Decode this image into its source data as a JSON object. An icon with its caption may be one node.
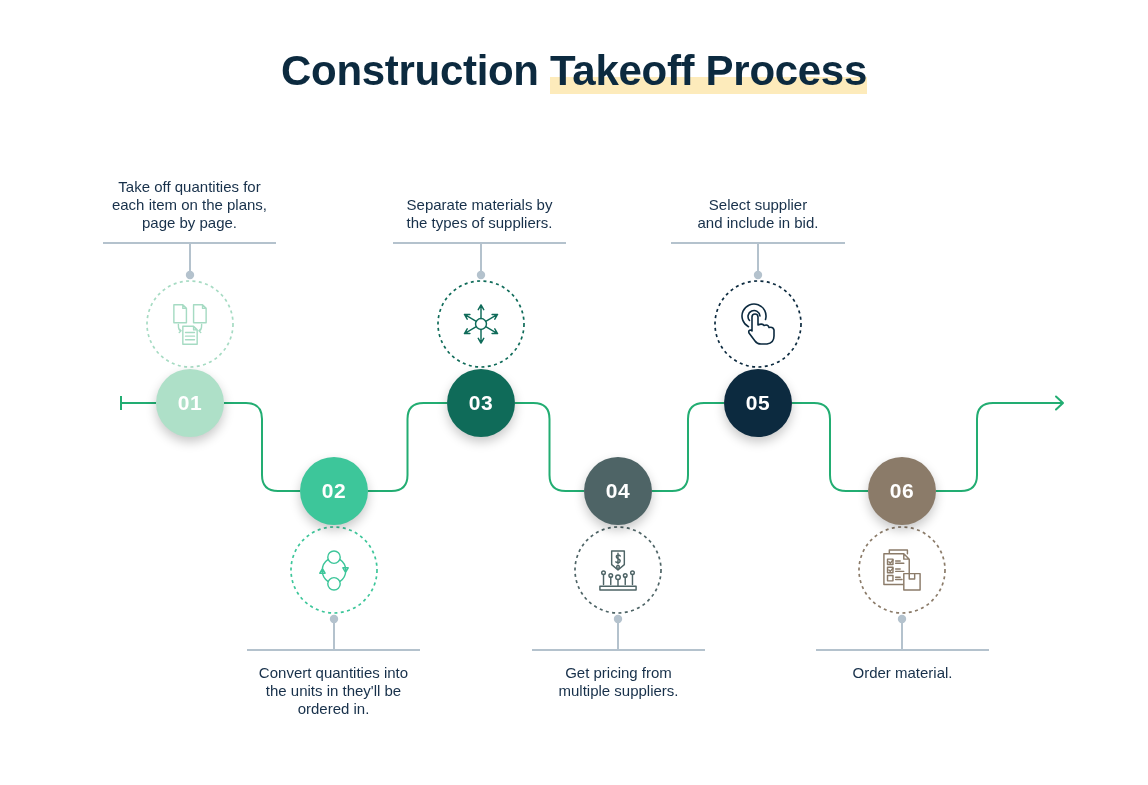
{
  "diagram": {
    "title": "Construction Takeoff Process",
    "nodes": [
      {
        "text": [
          "Take off quantities for each item on the plans, page by page."
        ]
      },
      {
        "text": [],
        "shape": "circle"
      },
      {
        "text": [
          "01"
        ]
      },
      {
        "text": [
          "02"
        ]
      },
      {
        "text": [],
        "shape": "circle"
      },
      {
        "text": [
          "Convert quantities into the units in they'll be ordered in."
        ]
      },
      {
        "text": [
          "Separate materials by the types of suppliers."
        ]
      },
      {
        "text": [],
        "shape": "circle"
      },
      {
        "text": [
          "03"
        ]
      },
      {
        "text": [
          "04"
        ]
      },
      {
        "text": [],
        "shape": "circle"
      },
      {
        "text": [
          "Get pricing from multiple suppliers."
        ]
      },
      {
        "text": [
          "Select supplier and include in bid."
        ]
      },
      {
        "text": [],
        "shape": "circle"
      },
      {
        "text": [
          "05"
        ]
      },
      {
        "text": [
          "06"
        ]
      },
      {
        "text": [],
        "shape": "circle"
      },
      {
        "text": [
          "Order material."
        ]
      }
    ],
    "edges": [
      {
        "from": null,
        "to": 2,
        "arrow": "other"
      },
      {
        "from": 2,
        "to": 3,
        "arrow": "none"
      },
      {
        "from": 3,
        "to": 8,
        "arrow": "none"
      },
      {
        "from": 8,
        "to": 9,
        "arrow": "none"
      },
      {
        "from": 9,
        "to": 14,
        "arrow": "none"
      },
      {
        "from": 14,
        "to": 15,
        "arrow": "none"
      },
      {
        "from": 15,
        "to": null,
        "arrow": "to"
      },
      {
        "from": 0,
        "to": 1,
        "arrow": "other",
        "color": "#b4c2cd"
      },
      {
        "from": 5,
        "to": 4,
        "arrow": "other",
        "color": "#b4c2cd"
      },
      {
        "from": 6,
        "to": 7,
        "arrow": "other",
        "color": "#b4c2cd"
      },
      {
        "from": 11,
        "to": 10,
        "arrow": "other",
        "color": "#b4c2cd"
      },
      {
        "from": 12,
        "to": 13,
        "arrow": "other",
        "color": "#b4c2cd"
      },
      {
        "from": 17,
        "to": 16,
        "arrow": "other",
        "color": "#b4c2cd"
      }
    ]
  }
}
